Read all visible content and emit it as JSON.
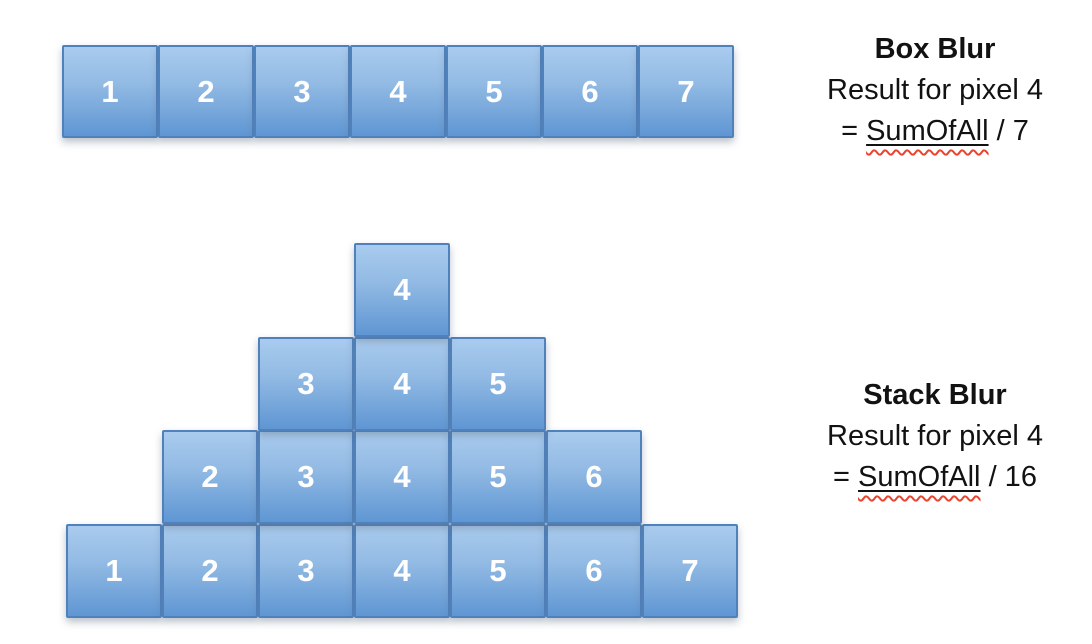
{
  "colors": {
    "box_fill_top": "#a9cbee",
    "box_fill_bottom": "#5f96d3",
    "box_border": "#4f81bd",
    "number_text": "#ffffff",
    "label_text": "#121212",
    "squiggle": "#e8442e",
    "background": "#ffffff"
  },
  "box_row": {
    "cells": [
      "1",
      "2",
      "3",
      "4",
      "5",
      "6",
      "7"
    ]
  },
  "pyramid": {
    "rows": [
      [
        "4"
      ],
      [
        "3",
        "4",
        "5"
      ],
      [
        "2",
        "3",
        "4",
        "5",
        "6"
      ],
      [
        "1",
        "2",
        "3",
        "4",
        "5",
        "6",
        "7"
      ]
    ]
  },
  "box_blur": {
    "title": "Box Blur",
    "subtitle": "Result for pixel 4",
    "equation_prefix": "= ",
    "equation_term": "SumOfAll",
    "equation_suffix": " / 7"
  },
  "stack_blur": {
    "title": "Stack Blur",
    "subtitle": "Result for pixel 4",
    "equation_prefix": "= ",
    "equation_term": "SumOfAll",
    "equation_suffix": " / 16"
  }
}
